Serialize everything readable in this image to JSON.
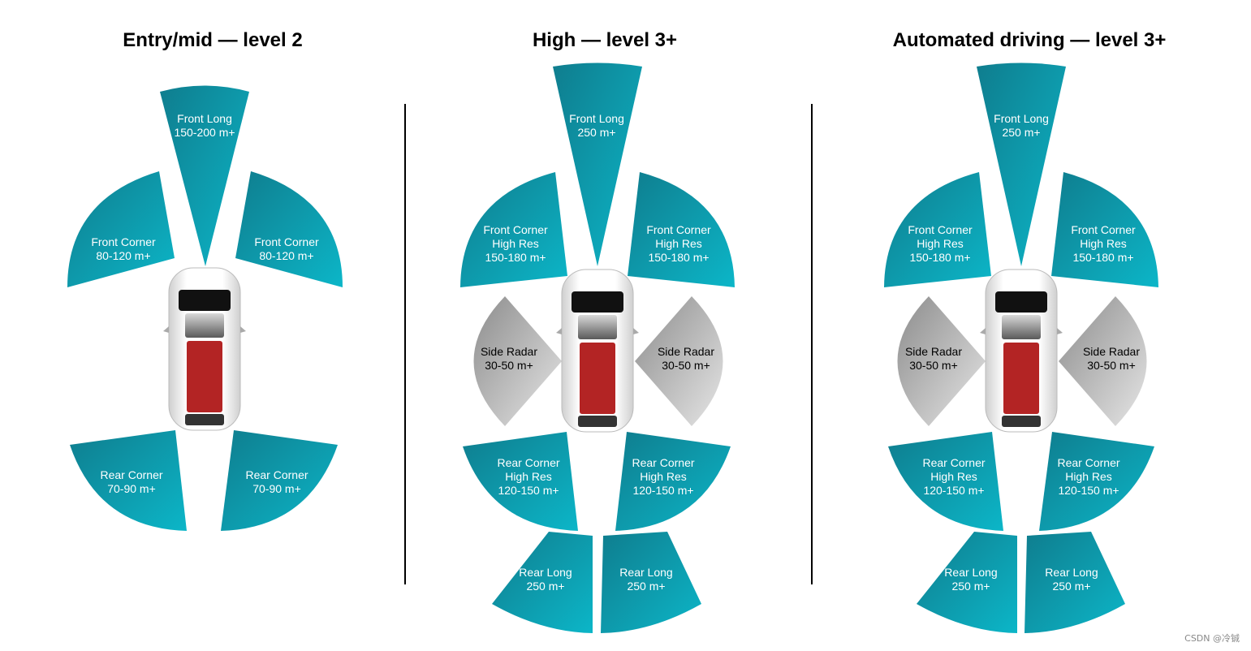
{
  "colors": {
    "teal_light": "#0cb6c8",
    "teal_dark": "#0f7d8e",
    "gray_light": "#e6e6e6",
    "gray_dark": "#8c8c8c",
    "car_body": "#f2f2f2",
    "car_seat": "#b32424",
    "divider": "#000000"
  },
  "panels": [
    {
      "title": "Entry/mid — level 2",
      "sensors": [
        {
          "kind": "teal",
          "label": [
            "Front Long",
            "150-200 m+"
          ]
        },
        {
          "kind": "teal",
          "label": [
            "Front Corner",
            "80-120 m+"
          ]
        },
        {
          "kind": "teal",
          "label": [
            "Front Corner",
            "80-120 m+"
          ]
        },
        {
          "kind": "teal",
          "label": [
            "Rear Corner",
            "70-90 m+"
          ]
        },
        {
          "kind": "teal",
          "label": [
            "Rear Corner",
            "70-90 m+"
          ]
        }
      ]
    },
    {
      "title": "High — level 3+",
      "sensors": [
        {
          "kind": "teal",
          "label": [
            "Front Long",
            "250 m+"
          ]
        },
        {
          "kind": "teal",
          "label": [
            "Front Corner",
            "High Res",
            "150-180 m+"
          ]
        },
        {
          "kind": "teal",
          "label": [
            "Front Corner",
            "High Res",
            "150-180 m+"
          ]
        },
        {
          "kind": "gray",
          "label": [
            "Side Radar",
            "30-50 m+"
          ]
        },
        {
          "kind": "gray",
          "label": [
            "Side Radar",
            "30-50 m+"
          ]
        },
        {
          "kind": "teal",
          "label": [
            "Rear Corner",
            "High Res",
            "120-150 m+"
          ]
        },
        {
          "kind": "teal",
          "label": [
            "Rear Corner",
            "High Res",
            "120-150 m+"
          ]
        },
        {
          "kind": "teal",
          "label": [
            "Rear Long",
            "250 m+"
          ]
        },
        {
          "kind": "teal",
          "label": [
            "Rear Long",
            "250 m+"
          ]
        }
      ]
    },
    {
      "title": "Automated driving — level 3+",
      "sensors": [
        {
          "kind": "teal",
          "label": [
            "Front Long",
            "250 m+"
          ]
        },
        {
          "kind": "teal",
          "label": [
            "Front Corner",
            "High Res",
            "150-180 m+"
          ]
        },
        {
          "kind": "teal",
          "label": [
            "Front Corner",
            "High Res",
            "150-180 m+"
          ]
        },
        {
          "kind": "gray",
          "label": [
            "Side Radar",
            "30-50 m+"
          ]
        },
        {
          "kind": "gray",
          "label": [
            "Side Radar",
            "30-50 m+"
          ]
        },
        {
          "kind": "teal",
          "label": [
            "Rear Corner",
            "High Res",
            "120-150 m+"
          ]
        },
        {
          "kind": "teal",
          "label": [
            "Rear Corner",
            "High Res",
            "120-150 m+"
          ]
        },
        {
          "kind": "teal",
          "label": [
            "Rear Long",
            "250 m+"
          ]
        },
        {
          "kind": "teal",
          "label": [
            "Rear Long",
            "250 m+"
          ]
        }
      ]
    }
  ],
  "watermark": "CSDN @冷铖"
}
